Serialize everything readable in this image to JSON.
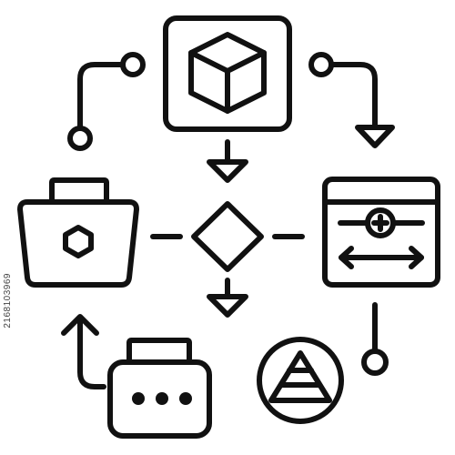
{
  "diagram": {
    "nodes": [
      {
        "id": "cube-box",
        "icon": "cube-icon"
      },
      {
        "id": "toolbox",
        "icon": "hexagon-icon"
      },
      {
        "id": "decision",
        "icon": "diamond-icon"
      },
      {
        "id": "window",
        "icon": "add-and-resize-icon"
      },
      {
        "id": "server",
        "icon": "dots-icon"
      },
      {
        "id": "pyramid-circle",
        "icon": "pyramid-icon"
      }
    ],
    "stroke_color": "#111111",
    "background": "#ffffff"
  },
  "watermark": {
    "id_text": "2168103969"
  }
}
